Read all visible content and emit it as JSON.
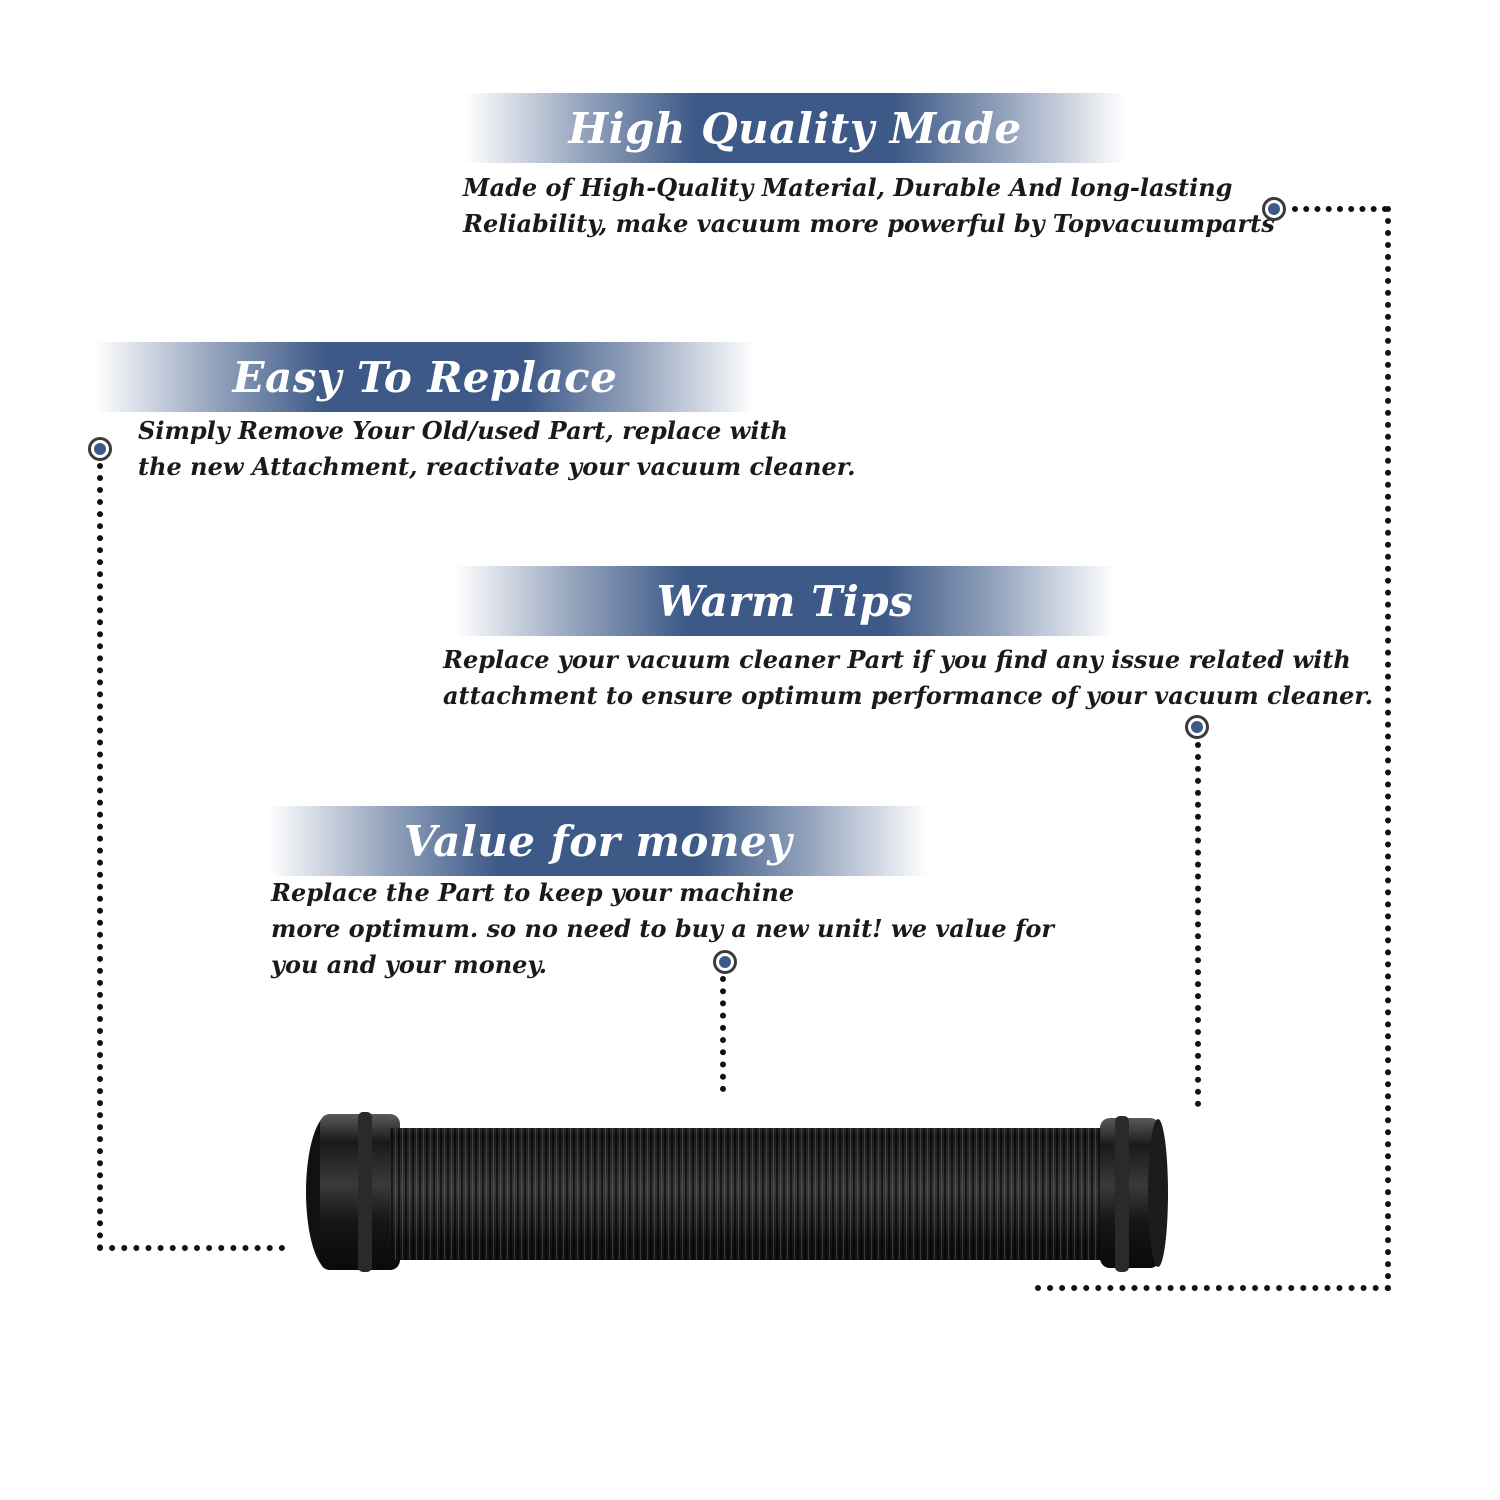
{
  "sections": [
    {
      "title": "High Quality Made",
      "lines": [
        "Made of  High-Quality Material, Durable And long-lasting",
        "Reliability, make vacuum more powerful by Topvacuumparts"
      ]
    },
    {
      "title": "Easy To Replace",
      "lines": [
        "Simply Remove Your Old/used Part, replace with",
        "the new Attachment, reactivate your vacuum cleaner."
      ]
    },
    {
      "title": "Warm Tips",
      "lines": [
        "Replace your vacuum cleaner Part if you find any issue related with",
        " attachment to ensure optimum performance of your vacuum cleaner."
      ]
    },
    {
      "title": "Value for money",
      "lines": [
        "Replace the Part to keep your machine",
        "more optimum. so no need to buy a new unit! we value for",
        "you and your money."
      ]
    }
  ],
  "colors": {
    "banner": "#3d5987",
    "text": "#1a1a1a",
    "marker": "#3d5987"
  },
  "product": {
    "icon": "corrugated-hose"
  }
}
